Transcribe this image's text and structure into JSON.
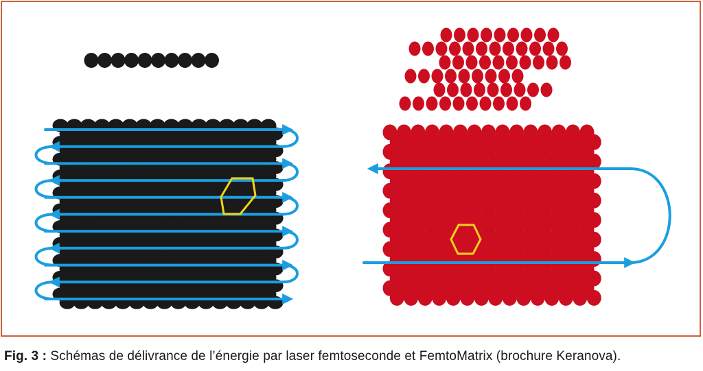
{
  "figure": {
    "frame_color": "#c8643a",
    "colors": {
      "black_cells": "#1a1a1a",
      "red_cells": "#cc0e20",
      "path_arrow": "#1b9ee0",
      "highlight_hexagon": "#f2d21b"
    },
    "left_panel": {
      "scheme": "femtosecond laser",
      "pattern": "serpentine raster scan",
      "single_row_spots": 10,
      "block_rows": 22,
      "spots_per_row": 16,
      "scan_lines": 11
    },
    "right_panel": {
      "scheme": "FemtoMatrix",
      "pattern": "single loop pass",
      "block_rows": 18,
      "spots_per_row": 15,
      "top_cluster_rows": 6
    }
  },
  "caption": {
    "label": "Fig. 3 :",
    "text": " Schémas de délivrance de l’énergie par laser femtoseconde et FemtoMatrix (brochure Keranova)."
  }
}
